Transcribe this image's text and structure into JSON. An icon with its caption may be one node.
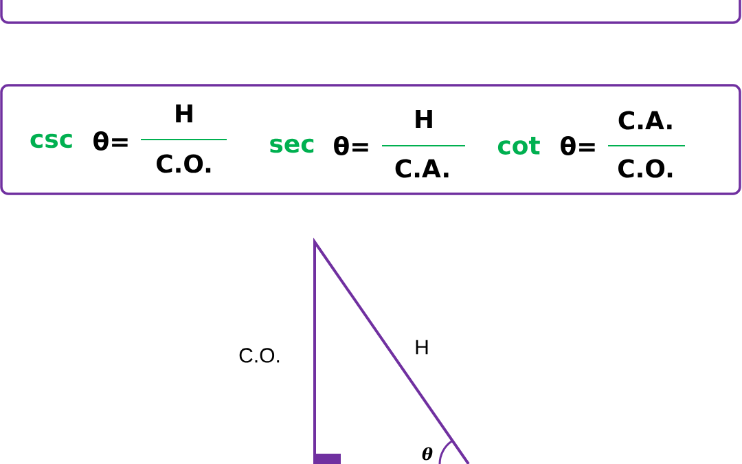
{
  "diagram": {
    "nodes": [
      {
        "text": [],
        "shape": "box"
      },
      {
        "text": [
          "csc",
          "θ=",
          "H",
          "C.O.",
          "sec",
          "θ=",
          "H",
          "C.A.",
          "cot",
          "θ=",
          "C.A.",
          "C.O."
        ]
      }
    ],
    "labels": [
      "C.O.",
      "H",
      "θ"
    ]
  }
}
